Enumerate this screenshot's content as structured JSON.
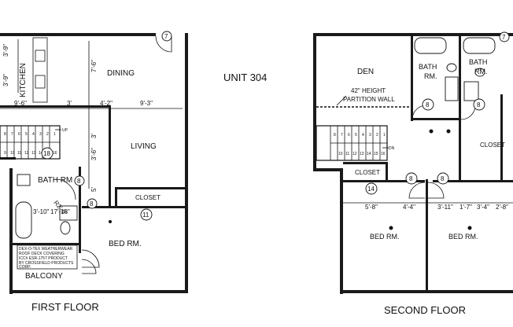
{
  "unit_title": "UNIT 304",
  "floors": {
    "first": {
      "title": "FIRST FLOOR",
      "rooms": {
        "kitchen": "KITCHEN",
        "dining": "DINING",
        "living": "LIVING",
        "bath": "BATH RM",
        "closet": "CLOSET",
        "bed": "BED RM.",
        "balcony": "BALCONY"
      },
      "dimensions": [
        "3'-9\"",
        "3'-9\"",
        "7'-6\"",
        "9'-6\"",
        "3'",
        "4'-2\"",
        "9'-3\"",
        "3'",
        "3'-6\"",
        "5'",
        "3'-10\"",
        "17'-18\"",
        "R2'-6\""
      ],
      "stair_up": "UP",
      "stair_top_steps": [
        "8",
        "7",
        "6",
        "5",
        "4",
        "3",
        "2",
        "1"
      ],
      "stair_bottom_steps": [
        "9",
        "10",
        "11",
        "12",
        "13",
        "14",
        "15",
        "16"
      ],
      "tags": [
        "7",
        "18",
        "8",
        "8",
        "11"
      ],
      "note_lines": [
        "DEX-O-TEX WEATHERWEAR",
        "ROOF DECK COVERING",
        "ICC# ESR-1757 PRODUCT",
        "BY CROSSFIELD PRODUCTS",
        "CORP."
      ]
    },
    "second": {
      "title": "SECOND FLOOR",
      "rooms": {
        "den": "DEN",
        "bath_a_line1": "BATH",
        "bath_a_line2": "RM.",
        "bath_b_line1": "BATH",
        "bath_b_line2": "RM.",
        "closet_a": "CLOSET",
        "closet_b": "CLOSET",
        "bed_a": "BED RM.",
        "bed_b": "BED RM."
      },
      "partition_line1": "42\" HEIGHT",
      "partition_line2": "PARTITION WALL",
      "stair_dn": "DN",
      "stair_top_steps": [
        "8",
        "7",
        "6",
        "5",
        "4",
        "3",
        "2",
        "1"
      ],
      "stair_bottom_steps": [
        "10",
        "11",
        "12",
        "13",
        "14",
        "15",
        "16"
      ],
      "dimensions": [
        "5'-8\"",
        "4'-4\"",
        "3'-11\"",
        "1'-7\"",
        "3'-4\"",
        "2'-8\""
      ],
      "tags": [
        "7",
        "8",
        "8",
        "8",
        "8",
        "14"
      ]
    }
  }
}
